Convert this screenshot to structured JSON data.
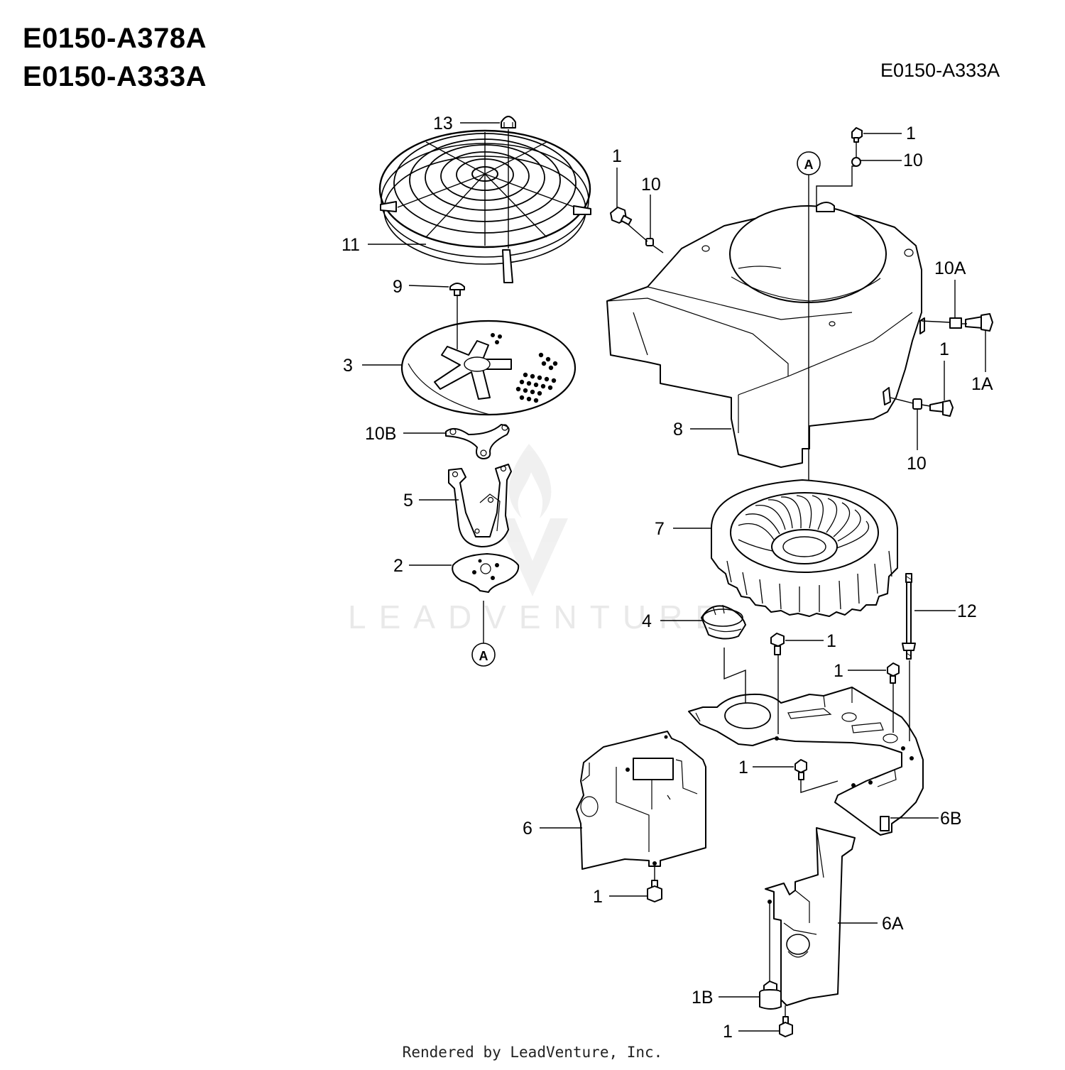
{
  "header": {
    "line1": "E0150-A378A",
    "line2": "E0150-A333A",
    "right_code": "E0150-A333A"
  },
  "watermark": "LEADVENTURE",
  "footer": "Rendered by LeadVenture, Inc.",
  "ref_marker": "A",
  "callouts": {
    "c13": "13",
    "c11": "11",
    "c9": "9",
    "c3": "3",
    "c10b": "10B",
    "c5": "5",
    "c2": "2",
    "c1_top": "1",
    "c10_top": "10",
    "c1_tr": "1",
    "c10_tr": "10",
    "c10a": "10A",
    "c1a": "1A",
    "c1_side": "1",
    "c10_side": "10",
    "c8": "8",
    "c7": "7",
    "c12": "12",
    "c4": "4",
    "c1_mid": "1",
    "c1_mid2": "1",
    "c1_low": "1",
    "c6": "6",
    "c6b": "6B",
    "c1_bl": "1",
    "c6a": "6A",
    "c1b": "1B",
    "c1_bot": "1"
  }
}
